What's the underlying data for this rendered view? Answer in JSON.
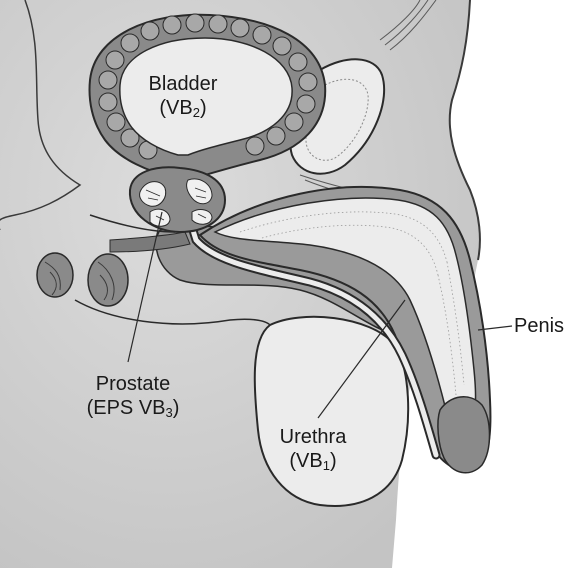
{
  "diagram": {
    "labels": {
      "bladder": {
        "name": "Bladder",
        "code_prefix": "(VB",
        "code_sub": "2",
        "code_suffix": ")"
      },
      "prostate": {
        "name": "Prostate",
        "code_prefix": "(EPS VB",
        "code_sub": "3",
        "code_suffix": ")"
      },
      "urethra": {
        "name": "Urethra",
        "code_prefix": "(VB",
        "code_sub": "1",
        "code_suffix": ")"
      },
      "penis": {
        "name": "Penis"
      }
    },
    "colors": {
      "background_tissue": "#d6d6d6",
      "light_region": "#ececec",
      "mid_gray": "#9a9a9a",
      "dark_gray": "#6e6e6e",
      "bladder_wall": "#8a8a8a",
      "outline": "#2a2a2a"
    }
  }
}
